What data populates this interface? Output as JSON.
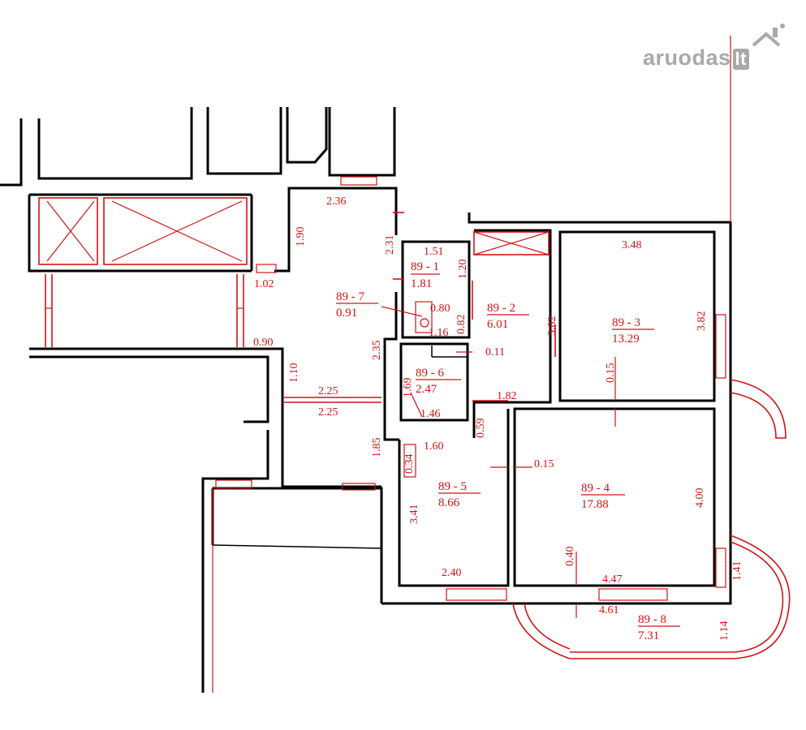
{
  "watermark": {
    "brand": "aruodas",
    "tld": "lt",
    "color": "#a9a9a9"
  },
  "colors": {
    "walls": "#000000",
    "annotations": "#d21414"
  },
  "rooms": [
    {
      "id": "89 - 1",
      "area": "1.81"
    },
    {
      "id": "89 - 2",
      "area": "6.01"
    },
    {
      "id": "89 - 3",
      "area": "13.29"
    },
    {
      "id": "89 - 4",
      "area": "17.88"
    },
    {
      "id": "89 - 5",
      "area": "8.66"
    },
    {
      "id": "89 - 6",
      "area": "2.47"
    },
    {
      "id": "89 - 7",
      "area": "0.91"
    },
    {
      "id": "89 - 8",
      "area": "7.31"
    }
  ],
  "dimensions": [
    "2.36",
    "1.90",
    "2.31",
    "1.02",
    "0.90",
    "1.51",
    "1.20",
    "0.80",
    "0.82",
    "1.16",
    "2.35",
    "0.11",
    "1.10",
    "2.25",
    "2.25",
    "1.69",
    "1.46",
    "1.82",
    "0.59",
    "1.85",
    "1.60",
    "0.34",
    "3.41",
    "2.40",
    "0.15",
    "3.82",
    "3.82",
    "3.48",
    "0.15",
    "4.00",
    "0.40",
    "4.47",
    "4.61",
    "1.41",
    "1.14"
  ]
}
